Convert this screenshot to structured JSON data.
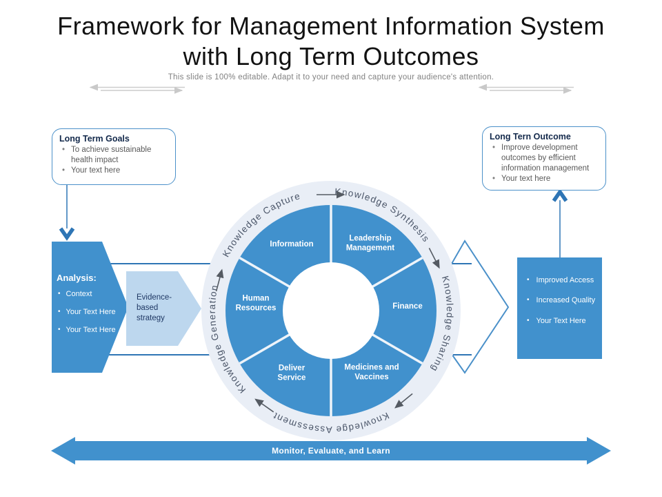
{
  "title_lines": [
    "Framework for Management Information System",
    "with Long Term Outcomes"
  ],
  "subtitle": "This slide is 100% editable. Adapt it to your need and capture your audience's attention.",
  "goals_box": {
    "title": "Long Term Goals",
    "bullets": [
      "To achieve sustainable health impact",
      "Your text here"
    ]
  },
  "outcome_box": {
    "title": "Long Tern Outcome",
    "bullets": [
      "Improve development outcomes by efficient information management",
      "Your text here"
    ]
  },
  "analysis": {
    "title": "Analysis:",
    "bullets": [
      "Context",
      "Your Text Here",
      "Your Text Here"
    ]
  },
  "chevron": {
    "label": "Evidence-based strategy"
  },
  "cycle": {
    "ring_labels": [
      "Knowledge Capture",
      "Knowledge Synthesis",
      "Knowledge Sharing",
      "Knowledge Assessment",
      "Knowledge Generation"
    ],
    "segments": [
      "Information",
      "Leadership Management",
      "Finance",
      "Medicines and Vaccines",
      "Deliver Service",
      "Human Resources"
    ]
  },
  "results_box": {
    "bullets": [
      "Improved Access",
      "Increased Quality",
      "Your Text Here"
    ]
  },
  "bottom_arrow": {
    "label": "Monitor, Evaluate, and Learn"
  },
  "colors": {
    "accent_blue": "#4191cd",
    "connector_blue": "#2e75b5",
    "light_chevron": "#bdd7ee",
    "ring_background": "#e9eef6",
    "navy_text": "#1f3864",
    "body_gray_text": "#595959",
    "ring_label_text": "#4a5568",
    "decorative_gray": "#c9c9c9"
  }
}
